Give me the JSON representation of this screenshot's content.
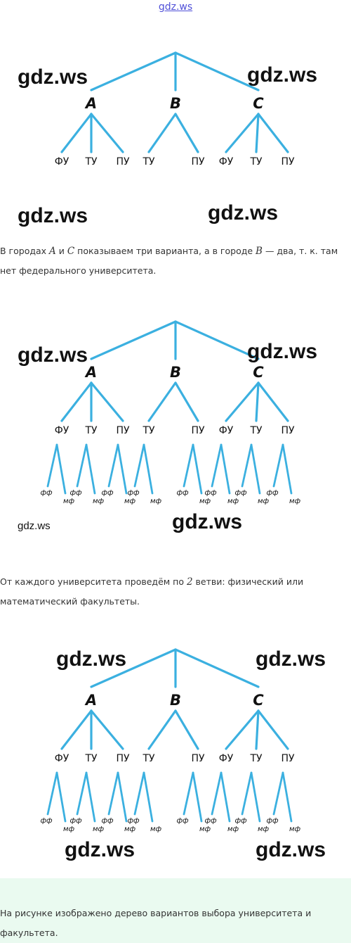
{
  "top_watermark": "gdz.ws",
  "watermarks": {
    "w1": "gdz.ws",
    "w2": "gdz.ws",
    "w3": "gdz.ws",
    "w4": "gdz.ws",
    "w5": "gdz.ws",
    "w6": "gdz.ws",
    "w7": "gdz.ws",
    "w8": "gdz.ws",
    "w9": "gdz.ws",
    "w10": "gdz.ws",
    "w11": "gdz.ws",
    "w12": "gdz.ws"
  },
  "tree": {
    "cities": [
      "A",
      "B",
      "C"
    ],
    "universities": {
      "A": [
        "ФУ",
        "ТУ",
        "ПУ"
      ],
      "B": [
        "ТУ",
        "ПУ"
      ],
      "C": [
        "ФУ",
        "ТУ",
        "ПУ"
      ]
    },
    "faculties": [
      "фф",
      "мф"
    ],
    "line_color": "#3bb0e0"
  },
  "paragraph1": {
    "part1": "В городах ",
    "var_a": "A",
    "part2": " и ",
    "var_c": "C",
    "part3": " показываем три варианта, а в городе ",
    "var_b": "B",
    "part4": " — два, т. к. там нет федерального университета."
  },
  "paragraph2": {
    "part1": "От каждого университета проведём по ",
    "num": "2",
    "part2": " ветви: физический или математический факультеты."
  },
  "paragraph3": {
    "text": "На рисунке изображено дерево вариантов выбора университета и факультета."
  }
}
